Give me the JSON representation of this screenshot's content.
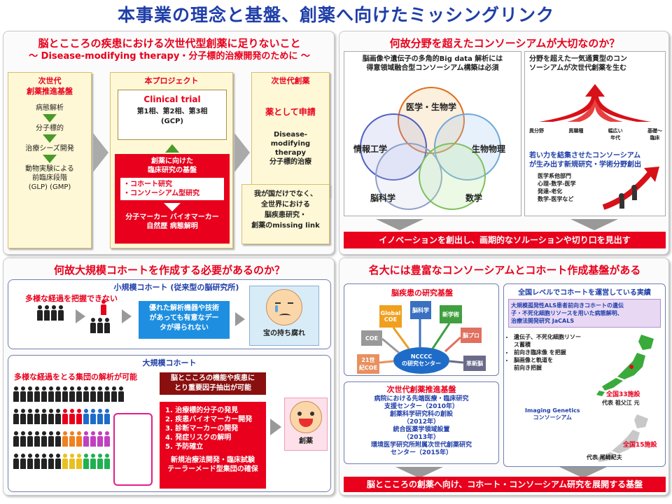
{
  "title": "本事業の理念と基盤、創薬へ向けたミッシングリンク",
  "p1": {
    "title": "脳とこころの疾患における次世代型創薬に足りないこと",
    "subtitle": "～ Disease-modifying therapy・分子標的治療開発のために ～",
    "col1": {
      "header": "次世代\n創薬推進基盤",
      "steps": [
        "病態解析",
        "分子標的",
        "治療シーズ開発",
        "動物実験による\n前臨床段階\n(GLP) (GMP)"
      ]
    },
    "col2": {
      "header": "本プロジェクト",
      "trial_title": "Clinical trial",
      "trial_text": "第1相、第2相、第3相\n(GCP)",
      "base_title": "創薬に向けた\n臨床研究の基盤",
      "base_items": "・コホート研究\n・コンソーシアム型研究",
      "markers": "分子マーカー バイオマーカー\n自然歴 病態解明"
    },
    "col3": {
      "header": "次世代創薬",
      "approval": "薬として申請",
      "dm": "Disease-\nmodifying\ntherapy\n分子標的治療"
    },
    "missing": "我が国だけでなく、\n全世界における\n脳疾患研究・\n創薬のmissing link"
  },
  "p2": {
    "title": "何故分野を超えたコンソーシアムが大切なのか？",
    "left_box": "脳画像や遺伝子の多角的Big data 解析には\n得意領域融合型コンソーシアム構築は必須",
    "circles": [
      "医学・生物学",
      "情報工学",
      "生物物理",
      "脳科学",
      "数学"
    ],
    "right_box": "分野を超えた一気通貫型のコン\nソーシアムが次世代創薬を生む",
    "graph_labels": [
      "異分野",
      "異職種",
      "幅広い\n年代",
      "基礎～\n臨床"
    ],
    "young": "若い力を結集させたコンソーシアム\nが生み出す新規研究・学術分野創出",
    "young_items": [
      "医学系他部門",
      "心理-数学-医学",
      "発達-老化",
      "数学-医学など"
    ],
    "footer": "イノベーションを創出し、画期的なソルーションや切り口を見出す"
  },
  "p3": {
    "title": "何故大規模コホートを作成する必要があるのか？",
    "small_title": "小規模コホート (従来型の脳研究所)",
    "small_note": "多様な経過を把握できない",
    "small_blue": "優れた解析機器や技術\nがあっても有意なデー\nタが得られない",
    "treasure": "宝の持ち腐れ",
    "large_title": "大規模コホート",
    "large_note": "多様な経過をとる集団の解析が可能",
    "large_dark": "脳とこころの機能や疾患に\nとり重要因子抽出が可能",
    "large_items": [
      "1. 治療標的分子の発見",
      "2. 疾患バイオマーカー開発",
      "3. 診断マーカーの開発",
      "4. 発症リスクの解明",
      "5. 予防確立"
    ],
    "large_tail": "新規治療法開発・臨床試験\nテーラーメード型集団の確保",
    "drug": "創薬"
  },
  "p4": {
    "title": "名大には豊富なコンソーシアムとコホート作成基盤がある",
    "brain_title": "脳疾患の研究基盤",
    "center": "NCCCC\nの研究センター",
    "nodes": [
      "Global\nCOE",
      "脳科学",
      "新学術",
      "脳プロ",
      "COE",
      "21世\n紀COE",
      "革新脳"
    ],
    "next_title": "次世代創薬推進基盤",
    "next_text": "病院における先端医療・臨床研究\n支援センター（2010年）\n創薬科学研究科の創設\n（2012年）\n統合医薬学領域設置\n（2013年）\n環境医学研究所附属次世代創薬研究\nセンター（2015年）",
    "national": "全国レベルでコホートを運営している実績",
    "jacals": "大規模孤発性ALS患者前向きコホートの遺伝\n子・不死化細胞リソースを用いた病態解明、\n治療法開発研究 JaCALS",
    "jacals_items": [
      "遺伝子、不死化細胞リソー\nス蓄積",
      "前向き臨床像 を把握",
      "脳画像と軌道を\n前向き把握"
    ],
    "map1_count": "全国33施設",
    "map1_rep": "代表 祖父江 元",
    "imaging": "Imaging Genetics\nコンソーシアム",
    "map2_count": "全国15施設",
    "map2_rep": "代表 尾崎紀夫",
    "footer": "脳とこころの創薬へ向け、コホート・コンソーシアム研究を展開する基盤"
  }
}
